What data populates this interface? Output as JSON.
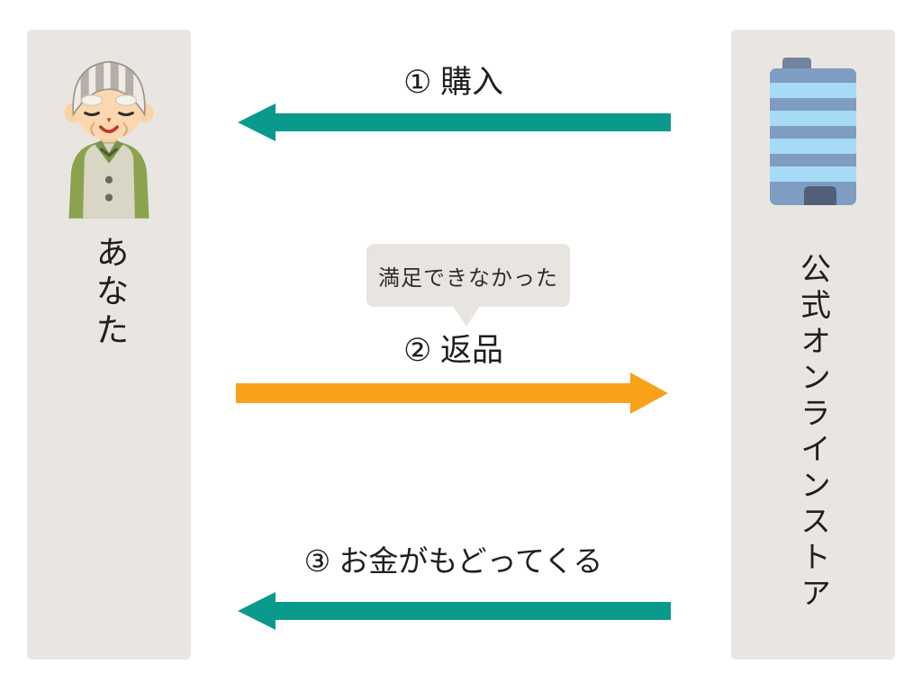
{
  "diagram_title": "online-store-return-flow",
  "left_panel": {
    "label": "あなた",
    "illustration": "elderly-man"
  },
  "right_panel": {
    "label": "公式オンラインストア",
    "illustration": "office-building"
  },
  "steps": [
    {
      "label": "① 購入",
      "direction": "left",
      "color": "#0a9a8c"
    },
    {
      "label": "② 返品",
      "direction": "right",
      "color": "#f9a11b",
      "note": "満足できなかった"
    },
    {
      "label": "③ お金がもどってくる",
      "direction": "left",
      "color": "#0a9a8c"
    }
  ],
  "colors": {
    "panel_bg": "#e9e6e2",
    "bubble_bg": "#e8e5e1",
    "arrow_teal": "#0a9a8c",
    "arrow_orange": "#f9a11b",
    "text": "#1f1f1f"
  }
}
